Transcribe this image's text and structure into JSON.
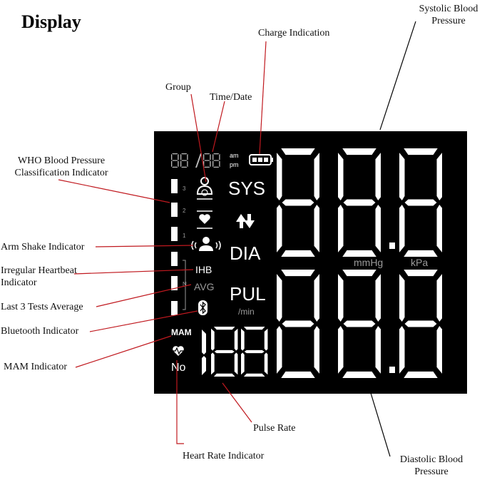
{
  "title": "Display",
  "labels": {
    "systolic": [
      "Systolic  Blood",
      "Pressure"
    ],
    "charge": "Charge Indication",
    "group": "Group",
    "time_date": "Time/Date",
    "who": [
      "WHO Blood Pressure",
      "Classification Indicator"
    ],
    "arm_shake": "Arm Shake Indicator",
    "irregular": [
      "Irregular Heartbeat",
      "Indicator"
    ],
    "last3": "Last 3 Tests  Average",
    "bluetooth": "Bluetooth Indicator",
    "mam": "MAM Indicator",
    "pulse_rate": "Pulse Rate",
    "heart_rate": "Heart Rate Indicator",
    "diastolic": [
      "Diastolic Blood",
      "Pressure"
    ]
  },
  "lcd": {
    "sys": "SYS",
    "dia": "DIA",
    "pul": "PUL",
    "per_min": "/min",
    "mmhg": "mmHg",
    "kpa": "kPa",
    "ihb": "IHB",
    "avg": "AVG",
    "mam": "MAM",
    "no": "No",
    "am": "am",
    "pm": "pm",
    "who_levels": [
      "3",
      "2",
      "1",
      "N"
    ]
  },
  "colors": {
    "pointer": "#c0191f",
    "lcd_bg": "#000000",
    "segment": "#ffffff"
  }
}
